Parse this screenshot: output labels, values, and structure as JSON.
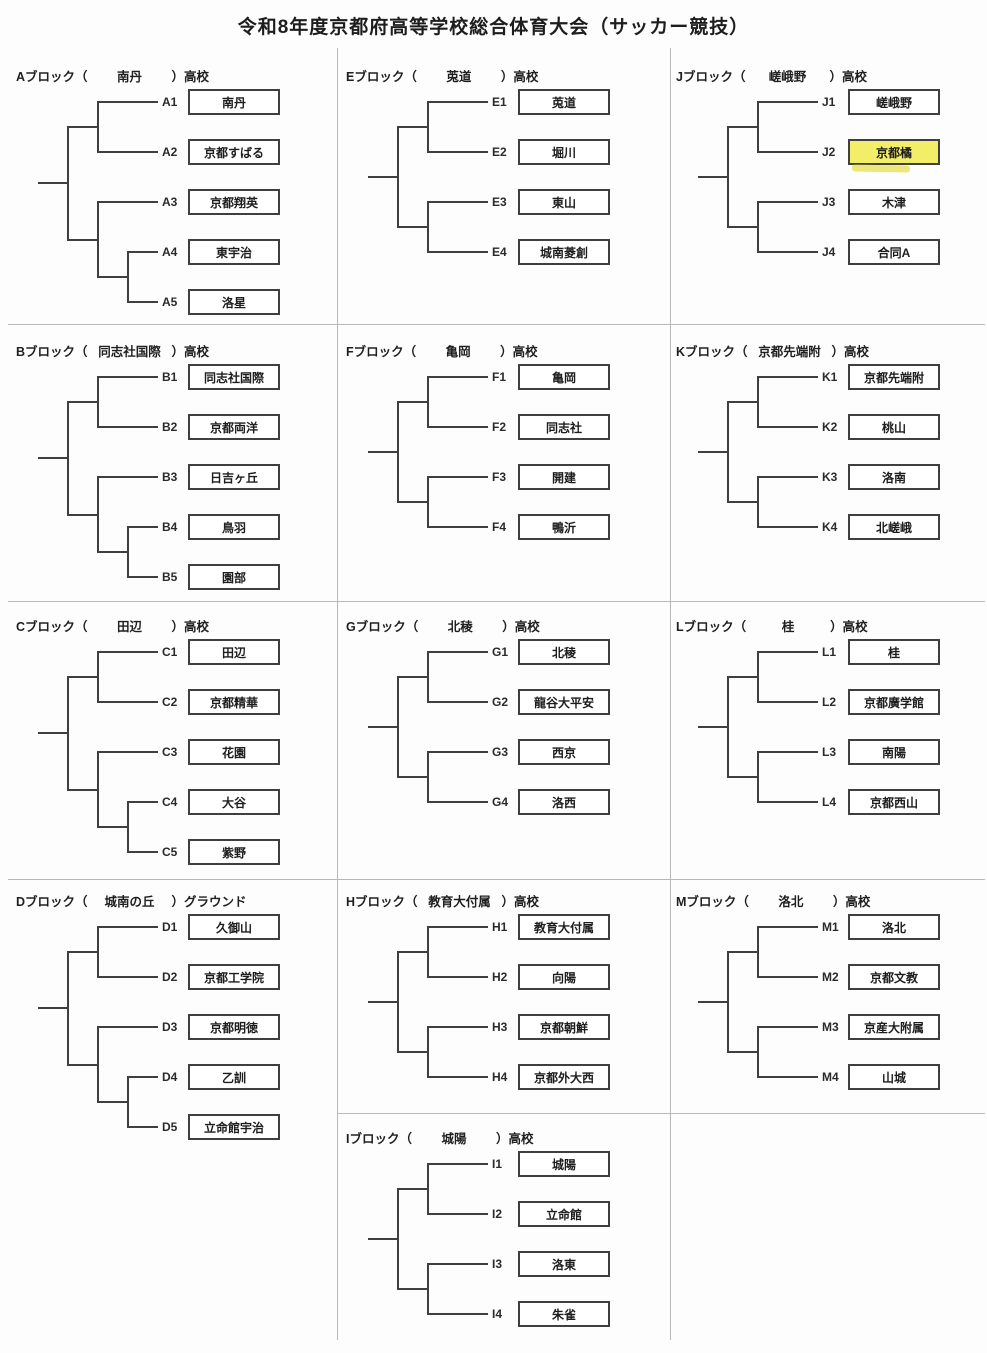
{
  "title": "令和8年度京都府高等学校総合体育大会（サッカー競技）",
  "highlight": {
    "seed": "J2",
    "color": "#f3ee68",
    "smudge_color": "rgba(228,220,50,0.65)"
  },
  "colors": {
    "bracket_line": "#3f3f3f",
    "grid_divider": "#b9b9b9",
    "box_border": "#3f3f3f"
  },
  "blocks": [
    {
      "id": "A",
      "label_prefix": "Aブロック（",
      "venue": "南丹",
      "label_suffix": "）高校",
      "col": 0,
      "row": 0,
      "teams": [
        {
          "seed": "A1",
          "name": "南丹"
        },
        {
          "seed": "A2",
          "name": "京都すばる"
        },
        {
          "seed": "A3",
          "name": "京都翔英"
        },
        {
          "seed": "A4",
          "name": "東宇治"
        },
        {
          "seed": "A5",
          "name": "洛星"
        }
      ]
    },
    {
      "id": "B",
      "label_prefix": "Bブロック（",
      "venue": "同志社国際",
      "label_suffix": "）高校",
      "col": 0,
      "row": 1,
      "teams": [
        {
          "seed": "B1",
          "name": "同志社国際"
        },
        {
          "seed": "B2",
          "name": "京都両洋"
        },
        {
          "seed": "B3",
          "name": "日吉ヶ丘"
        },
        {
          "seed": "B4",
          "name": "鳥羽"
        },
        {
          "seed": "B5",
          "name": "園部"
        }
      ]
    },
    {
      "id": "C",
      "label_prefix": "Cブロック（",
      "venue": "田辺",
      "label_suffix": "）高校",
      "col": 0,
      "row": 2,
      "teams": [
        {
          "seed": "C1",
          "name": "田辺"
        },
        {
          "seed": "C2",
          "name": "京都精華"
        },
        {
          "seed": "C3",
          "name": "花園"
        },
        {
          "seed": "C4",
          "name": "大谷"
        },
        {
          "seed": "C5",
          "name": "紫野"
        }
      ]
    },
    {
      "id": "D",
      "label_prefix": "Dブロック（",
      "venue": "城南の丘",
      "label_suffix": "）グラウンド",
      "col": 0,
      "row": 3,
      "teams": [
        {
          "seed": "D1",
          "name": "久御山"
        },
        {
          "seed": "D2",
          "name": "京都工学院"
        },
        {
          "seed": "D3",
          "name": "京都明徳"
        },
        {
          "seed": "D4",
          "name": "乙訓"
        },
        {
          "seed": "D5",
          "name": "立命館宇治"
        }
      ]
    },
    {
      "id": "E",
      "label_prefix": "Eブロック（",
      "venue": "莵道",
      "label_suffix": "）高校",
      "col": 1,
      "row": 0,
      "teams": [
        {
          "seed": "E1",
          "name": "莵道"
        },
        {
          "seed": "E2",
          "name": "堀川"
        },
        {
          "seed": "E3",
          "name": "東山"
        },
        {
          "seed": "E4",
          "name": "城南菱創"
        }
      ]
    },
    {
      "id": "F",
      "label_prefix": "Fブロック（",
      "venue": "亀岡",
      "label_suffix": "）高校",
      "col": 1,
      "row": 1,
      "teams": [
        {
          "seed": "F1",
          "name": "亀岡"
        },
        {
          "seed": "F2",
          "name": "同志社"
        },
        {
          "seed": "F3",
          "name": "開建"
        },
        {
          "seed": "F4",
          "name": "鴨沂"
        }
      ]
    },
    {
      "id": "G",
      "label_prefix": "Gブロック（",
      "venue": "北稜",
      "label_suffix": "）高校",
      "col": 1,
      "row": 2,
      "teams": [
        {
          "seed": "G1",
          "name": "北稜"
        },
        {
          "seed": "G2",
          "name": "龍谷大平安"
        },
        {
          "seed": "G3",
          "name": "西京"
        },
        {
          "seed": "G4",
          "name": "洛西"
        }
      ]
    },
    {
      "id": "H",
      "label_prefix": "Hブロック（",
      "venue": "教育大付属",
      "label_suffix": "）高校",
      "col": 1,
      "row": 3,
      "teams": [
        {
          "seed": "H1",
          "name": "教育大付属"
        },
        {
          "seed": "H2",
          "name": "向陽"
        },
        {
          "seed": "H3",
          "name": "京都朝鮮"
        },
        {
          "seed": "H4",
          "name": "京都外大西"
        }
      ]
    },
    {
      "id": "I",
      "label_prefix": "Iブロック（",
      "venue": "城陽",
      "label_suffix": "）高校",
      "col": 1,
      "row": 4,
      "teams": [
        {
          "seed": "I1",
          "name": "城陽"
        },
        {
          "seed": "I2",
          "name": "立命館"
        },
        {
          "seed": "I3",
          "name": "洛東"
        },
        {
          "seed": "I4",
          "name": "朱雀"
        }
      ]
    },
    {
      "id": "J",
      "label_prefix": "Jブロック（",
      "venue": "嵯峨野",
      "label_suffix": "）高校",
      "col": 2,
      "row": 0,
      "teams": [
        {
          "seed": "J1",
          "name": "嵯峨野"
        },
        {
          "seed": "J2",
          "name": "京都橘"
        },
        {
          "seed": "J3",
          "name": "木津"
        },
        {
          "seed": "J4",
          "name": "合同A"
        }
      ]
    },
    {
      "id": "K",
      "label_prefix": "Kブロック（",
      "venue": "京都先端附",
      "label_suffix": "）高校",
      "col": 2,
      "row": 1,
      "teams": [
        {
          "seed": "K1",
          "name": "京都先端附"
        },
        {
          "seed": "K2",
          "name": "桃山"
        },
        {
          "seed": "K3",
          "name": "洛南"
        },
        {
          "seed": "K4",
          "name": "北嵯峨"
        }
      ]
    },
    {
      "id": "L",
      "label_prefix": "Lブロック（",
      "venue": "桂",
      "label_suffix": "）高校",
      "col": 2,
      "row": 2,
      "teams": [
        {
          "seed": "L1",
          "name": "桂"
        },
        {
          "seed": "L2",
          "name": "京都廣学館"
        },
        {
          "seed": "L3",
          "name": "南陽"
        },
        {
          "seed": "L4",
          "name": "京都西山"
        }
      ]
    },
    {
      "id": "M",
      "label_prefix": "Mブロック（",
      "venue": "洛北",
      "label_suffix": "）高校",
      "col": 2,
      "row": 3,
      "teams": [
        {
          "seed": "M1",
          "name": "洛北"
        },
        {
          "seed": "M2",
          "name": "京都文教"
        },
        {
          "seed": "M3",
          "name": "京産大附属"
        },
        {
          "seed": "M4",
          "name": "山城"
        }
      ]
    }
  ]
}
